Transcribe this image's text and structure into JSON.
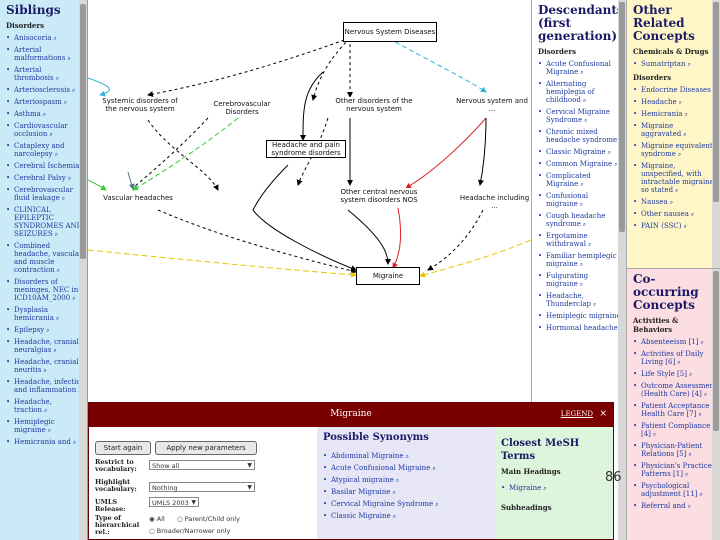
{
  "siblings": {
    "title": "Siblings",
    "subheading": "Disorders",
    "items": [
      "Anisocoria",
      "Arterial malformations",
      "Arterial thrombosis",
      "Arteriosclerosis",
      "Arteriospasm",
      "Asthma",
      "Cardiovascular occlusion",
      "Cataplexy and narcolepsy",
      "Cerebral Ischemia",
      "Cerebral Palsy",
      "Cerebrovascular fluid leakage",
      "CLINICAL EPILEPTIC SYNDROMES AND SEIZURES",
      "Combined headache, vascular and muscle contraction",
      "Disorders of meninges, NEC in ICD10AM_2000",
      "Dysplasia hemicrania",
      "Epilepsy",
      "Headache, cranial neuralgias",
      "Headache, cranial neuritis",
      "Headache, infection and inflammation",
      "Headache, traction",
      "Hemiplegic migraine",
      "Hemicrania and"
    ]
  },
  "graph": {
    "nodes": {
      "root": "Nervous System Diseases",
      "systemic": "Systemic disorders of the nervous system",
      "cerebrovascular": "Cerebrovascular Disorders",
      "other_ns": "Other disorders of the nervous system",
      "ns_and": "Nervous system and ...",
      "headache_pain": "Headache and pain syndrome disorders",
      "vascular": "Vascular headaches",
      "other_central": "Other central nervous system disorders NOS",
      "headache_incl": "Headache including ...",
      "migraine": "Migraine"
    }
  },
  "descendants": {
    "title": "Descendants (first generation)",
    "subheading": "Disorders",
    "items": [
      "Acute Confusional Migraine",
      "Alternating hemiplegia of childhood",
      "Cervical Migraine Syndrome",
      "Chronic mixed headache syndrome",
      "Classic Migraine",
      "Common Migraine",
      "Complicated Migraine",
      "Confusional migraine",
      "Cough headache syndrome",
      "Ergotamine withdrawal",
      "Familiar hemiplegic migraine",
      "Fulgurating migraine",
      "Headache, Thunderclap",
      "Hemiplegic migraine",
      "Hormonal headache"
    ]
  },
  "other": {
    "title": "Other Related Concepts",
    "sub1": "Chemicals & Drugs",
    "items1": [
      "Sumatriptan"
    ],
    "sub2": "Disorders",
    "items2": [
      "Endocrine Diseases",
      "Headache",
      "Hemicrania",
      "Migraine aggravated",
      "Migraine equivalent syndrome",
      "Migraine, unspecified, with intractable migraine, so stated",
      "Nausea",
      "Other nausea",
      "PAIN (SSC)"
    ]
  },
  "cooc": {
    "title": "Co-occurring Concepts",
    "sub": "Activities & Behaviors",
    "items": [
      "Absenteeism [1]",
      "Activities of Daily Living [6]",
      "Life Style [5]",
      "Outcome Assessment (Health Care) [4]",
      "Patient Acceptance of Health Care [7]",
      "Patient Compliance [4]",
      "Physician-Patient Relations [5]",
      "Physician's Practice Patterns [1]",
      "Psychological adjustment [11]",
      "Referral and"
    ]
  },
  "dialog": {
    "title": "Migraine",
    "legend": "LEGEND",
    "close": "×",
    "start_label": "Start again",
    "apply_label": "Apply new parameters",
    "restrict_label": "Restrict to vocabulary:",
    "restrict_value": "Show all",
    "highlight_label": "Highlight vocabulary:",
    "highlight_value": "Nothing",
    "umls_label": "UMLS Release:",
    "umls_value": "UMLS 2003",
    "type_label": "Type of hierarchical rel.:",
    "radio1": "All",
    "radio2": "Parent/Child only",
    "radio3": "Broader/Narrower only",
    "synonyms_title": "Possible Synonyms",
    "synonyms": [
      "Abdominal Migraine",
      "Acute Confusional Migraine",
      "Atypical migraine",
      "Basilar Migraine",
      "Cervical Migraine Syndrome",
      "Classic Migraine"
    ],
    "mesh_title": "Closest MeSH Terms",
    "mesh_sub1": "Main Headings",
    "mesh_items": [
      "Migraine"
    ],
    "mesh_sub2": "Subheadings"
  },
  "page_number": "86"
}
